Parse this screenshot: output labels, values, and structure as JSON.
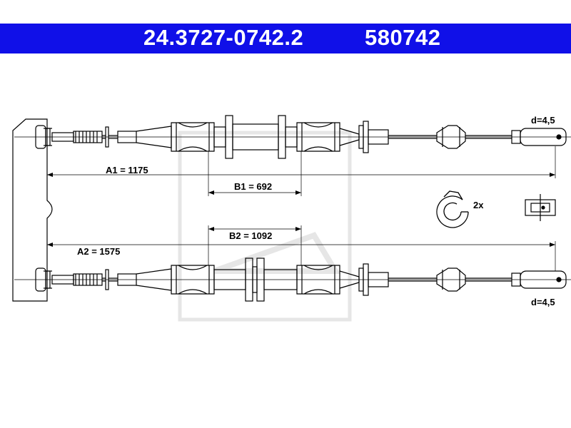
{
  "header": {
    "part_number": "24.3727-0742.2",
    "reference_number": "580742",
    "background_color": "#1010e8",
    "text_color": "#ffffff"
  },
  "dimensions": {
    "a1": "A1 = 1175",
    "b1": "B1 = 692",
    "a2": "A2 = 1575",
    "b2": "B2 = 1092",
    "d_top": "d=4,5",
    "d_bottom": "d=4,5"
  },
  "accessories": {
    "clip_quantity": "2x"
  },
  "icons": [
    "retaining-clip-icon",
    "cable-clip-icon",
    "watermark-logo"
  ]
}
